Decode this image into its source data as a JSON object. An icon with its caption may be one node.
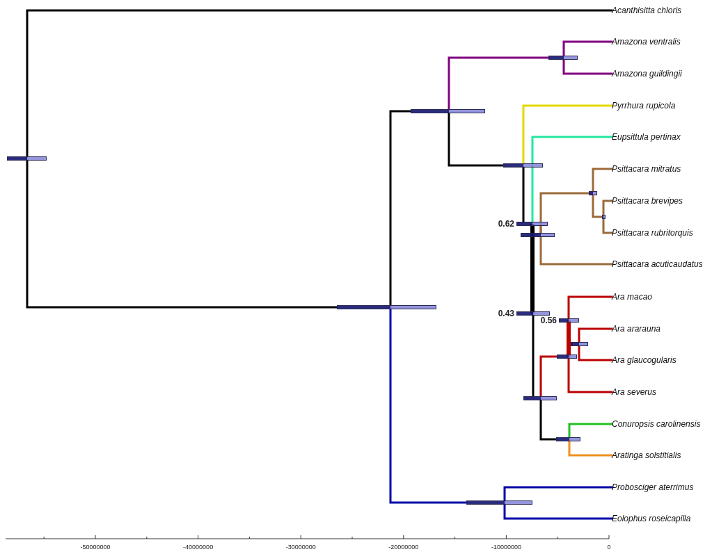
{
  "diagram": {
    "nodes": [
      {
        "text": [
          "Acanthisitta chloris"
        ]
      },
      {
        "text": [
          "Amazona ventralis"
        ]
      },
      {
        "text": [
          "Amazona guildingii"
        ]
      },
      {
        "text": [
          "Pyrrhura rupicola"
        ]
      },
      {
        "text": [
          "Eupsittula pertinax"
        ]
      },
      {
        "text": [
          "Psittacara mitratus"
        ]
      },
      {
        "text": [
          "Psittacara brevipes"
        ]
      },
      {
        "text": [
          "Psittacara rubritorquis"
        ]
      },
      {
        "text": [
          "Psittacara acuticaudatus"
        ]
      },
      {
        "text": [
          "Ara macao"
        ]
      },
      {
        "text": [
          "Ara ararauna"
        ]
      },
      {
        "text": [
          "Ara glaucogularis"
        ]
      },
      {
        "text": [
          "Ara severus"
        ]
      },
      {
        "text": [
          "Conuropsis carolinensis"
        ]
      },
      {
        "text": [
          "Aratinga solstitialis"
        ]
      },
      {
        "text": [
          "Probosciger aterrimus"
        ]
      },
      {
        "text": [
          "Eolophus roseicapilla"
        ]
      },
      {
        "text": [],
        "shape": "bar"
      },
      {
        "text": [],
        "shape": "bar"
      },
      {
        "text": [],
        "shape": "bar"
      },
      {
        "text": [],
        "shape": "bar"
      },
      {
        "text": [],
        "shape": "bar"
      },
      {
        "text": [],
        "shape": "bar",
        "beside": [
          "0.62"
        ]
      },
      {
        "text": [],
        "shape": "bar"
      },
      {
        "text": [],
        "shape": "bar"
      },
      {
        "text": [],
        "shape": "bar"
      },
      {
        "text": [],
        "shape": "bar",
        "beside": [
          "0.43"
        ]
      },
      {
        "text": [],
        "shape": "bar"
      },
      {
        "text": [],
        "shape": "bar"
      },
      {
        "text": [],
        "shape": "bar",
        "beside": [
          "0.56"
        ]
      },
      {
        "text": [],
        "shape": "bar"
      },
      {
        "text": [],
        "shape": "bar"
      },
      {
        "text": [],
        "shape": "bar"
      }
    ],
    "edges": [
      {
        "from": 17,
        "to": 0,
        "arrow": "none"
      },
      {
        "from": 17,
        "to": 18,
        "arrow": "none"
      },
      {
        "from": 18,
        "to": 19,
        "arrow": "none"
      },
      {
        "from": 18,
        "to": 32,
        "arrow": "none",
        "color": "#0000a8"
      },
      {
        "from": 19,
        "to": 20,
        "arrow": "none",
        "color": "#800080"
      },
      {
        "from": 19,
        "to": 21,
        "arrow": "none"
      },
      {
        "from": 20,
        "to": 1,
        "arrow": "none",
        "color": "#800080"
      },
      {
        "from": 20,
        "to": 2,
        "arrow": "none",
        "color": "#800080"
      },
      {
        "from": 21,
        "to": 3,
        "arrow": "none",
        "color": "#e6d800"
      },
      {
        "from": 21,
        "to": 22,
        "arrow": "none"
      },
      {
        "from": 22,
        "to": 4,
        "arrow": "none",
        "color": "#22e8a0"
      },
      {
        "from": 22,
        "to": 23,
        "arrow": "none",
        "color": "#9c6a3a"
      },
      {
        "from": 22,
        "to": 26,
        "arrow": "none",
        "style": "thick"
      },
      {
        "from": 23,
        "to": 24,
        "arrow": "none",
        "color": "#9c6a3a"
      },
      {
        "from": 23,
        "to": 8,
        "arrow": "none",
        "color": "#9c6a3a"
      },
      {
        "from": 24,
        "to": 5,
        "arrow": "none",
        "color": "#9c6a3a"
      },
      {
        "from": 24,
        "to": 25,
        "arrow": "none",
        "color": "#9c6a3a"
      },
      {
        "from": 25,
        "to": 6,
        "arrow": "none",
        "color": "#9c6a3a"
      },
      {
        "from": 25,
        "to": 7,
        "arrow": "none",
        "color": "#9c6a3a"
      },
      {
        "from": 26,
        "to": 27,
        "arrow": "none"
      },
      {
        "from": 27,
        "to": 28,
        "arrow": "none",
        "color": "#bb0000"
      },
      {
        "from": 27,
        "to": 31,
        "arrow": "none"
      },
      {
        "from": 28,
        "to": 29,
        "arrow": "none",
        "style": "thick",
        "color": "#bb0000"
      },
      {
        "from": 28,
        "to": 12,
        "arrow": "none",
        "color": "#bb0000"
      },
      {
        "from": 29,
        "to": 9,
        "arrow": "none",
        "color": "#bb0000"
      },
      {
        "from": 29,
        "to": 30,
        "arrow": "none",
        "style": "thick",
        "color": "#bb0000"
      },
      {
        "from": 30,
        "to": 10,
        "arrow": "none",
        "color": "#bb0000"
      },
      {
        "from": 30,
        "to": 11,
        "arrow": "none",
        "color": "#bb0000"
      },
      {
        "from": 31,
        "to": 13,
        "arrow": "none",
        "color": "#22c022"
      },
      {
        "from": 31,
        "to": 14,
        "arrow": "none",
        "color": "#f0901e"
      },
      {
        "from": 32,
        "to": 15,
        "arrow": "none",
        "color": "#0000a8"
      },
      {
        "from": 32,
        "to": 16,
        "arrow": "none",
        "color": "#0000a8"
      }
    ],
    "labels": [
      "-50000000",
      "-40000000",
      "-30000000",
      "-20000000",
      "-10000000",
      "0"
    ]
  }
}
